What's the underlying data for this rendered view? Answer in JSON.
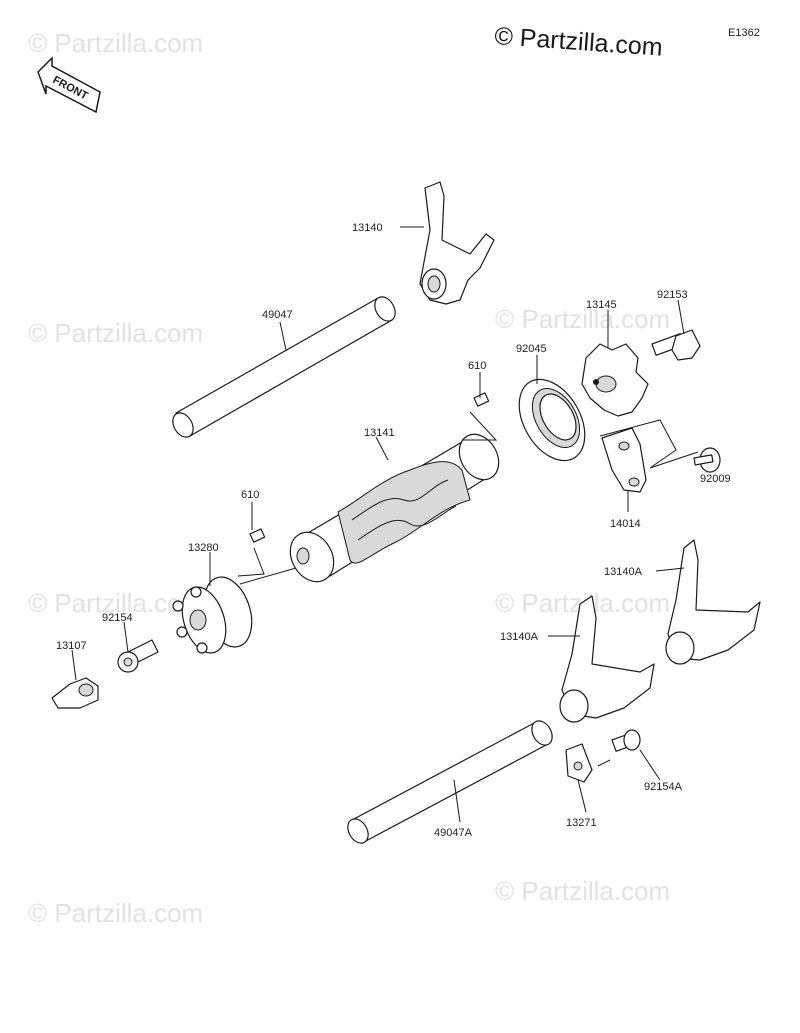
{
  "header": {
    "copyright": "© Partzilla.com",
    "diagram_code": "E1362"
  },
  "watermark": "© Partzilla.com",
  "front_label": "FRONT",
  "parts": {
    "p13140": "13140",
    "p49047": "49047",
    "p13145": "13145",
    "p92153": "92153",
    "p92045": "92045",
    "p610a": "610",
    "p13141": "13141",
    "p92009": "92009",
    "p14014": "14014",
    "p610b": "610",
    "p13280": "13280",
    "p13140A_upper": "13140A",
    "p92154": "92154",
    "p13107": "13107",
    "p13140A_lower": "13140A",
    "p92154A": "92154A",
    "p13271": "13271",
    "p49047A": "49047A"
  }
}
